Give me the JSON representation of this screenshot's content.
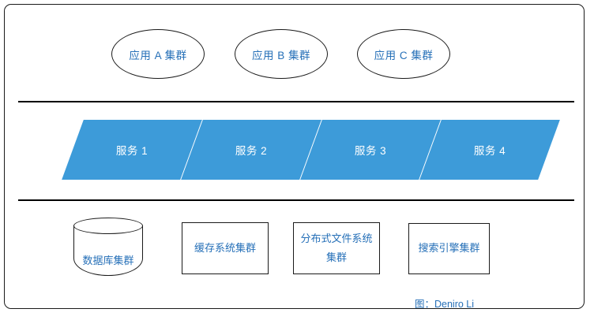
{
  "diagram": {
    "tiers": {
      "application": {
        "name": "application-tier",
        "nodes": [
          {
            "label": "应用 A 集群",
            "shape": "ellipse"
          },
          {
            "label": "应用 B 集群",
            "shape": "ellipse"
          },
          {
            "label": "应用 C 集群",
            "shape": "ellipse"
          }
        ]
      },
      "service": {
        "name": "service-tier",
        "nodes": [
          {
            "label": "服务 1",
            "shape": "parallelogram"
          },
          {
            "label": "服务 2",
            "shape": "parallelogram"
          },
          {
            "label": "服务 3",
            "shape": "parallelogram"
          },
          {
            "label": "服务 4",
            "shape": "parallelogram"
          }
        ]
      },
      "storage": {
        "name": "storage-tier",
        "nodes": [
          {
            "label": "数据库集群",
            "shape": "cylinder"
          },
          {
            "label": "缓存系统集群",
            "shape": "rectangle"
          },
          {
            "label": "分布式文件系统集群",
            "shape": "rectangle"
          },
          {
            "label": "搜索引擎集群",
            "shape": "rectangle"
          }
        ]
      }
    },
    "caption": "图：Deniro Li",
    "colors": {
      "service_fill": "#3d9bd9",
      "label_blue": "#2670b8",
      "service_label": "#ffffff",
      "stroke": "#1a1a1a",
      "background": "#ffffff"
    }
  }
}
